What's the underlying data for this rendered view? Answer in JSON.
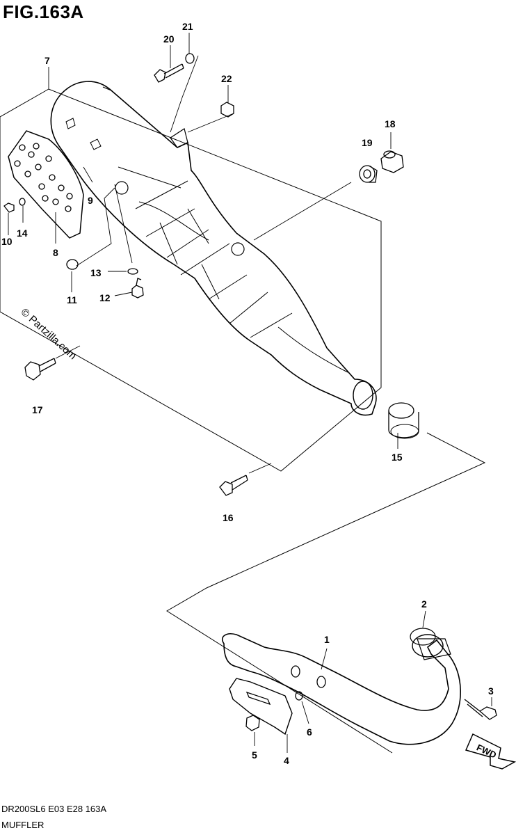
{
  "figure": {
    "title": "FIG.163A",
    "code": "DR200SL6 E03 E28 163A",
    "name": "MUFFLER",
    "watermark": "© Partzilla.com",
    "fwd_label": "FWD"
  },
  "callouts": {
    "c1": "1",
    "c2": "2",
    "c3": "3",
    "c4": "4",
    "c5": "5",
    "c6": "6",
    "c7": "7",
    "c8": "8",
    "c9": "9",
    "c10": "10",
    "c11": "11",
    "c12": "12",
    "c13": "13",
    "c14": "14",
    "c15": "15",
    "c16": "16",
    "c17": "17",
    "c18": "18",
    "c19": "19",
    "c20": "20",
    "c21": "21",
    "c22": "22"
  },
  "colors": {
    "line": "#000000",
    "background": "#ffffff"
  }
}
